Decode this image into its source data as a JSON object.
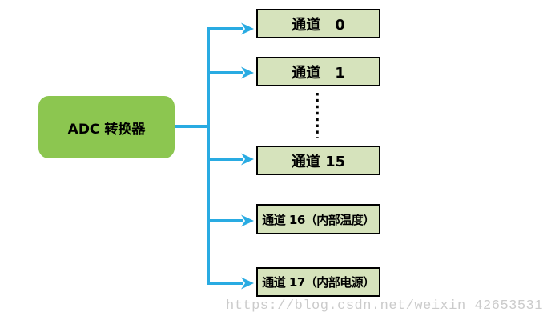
{
  "diagram": {
    "root": {
      "label": "ADC 转换器"
    },
    "channels": [
      {
        "label": "通道　0"
      },
      {
        "label": "通道　1"
      },
      {
        "label": "通道 15"
      },
      {
        "label": "通道 16（内部温度）"
      },
      {
        "label": "通道 17（内部电源）"
      }
    ]
  },
  "watermark": {
    "text": "https://blog.csdn.net/weixin_42653531"
  },
  "colors": {
    "page_bg": "#ffffff",
    "root_fill": "#8CC650",
    "channel_fill": "#D6E3BC",
    "arrow": "#29ABE2",
    "ink": "#000000",
    "watermark_color": "#cbcbcb"
  }
}
